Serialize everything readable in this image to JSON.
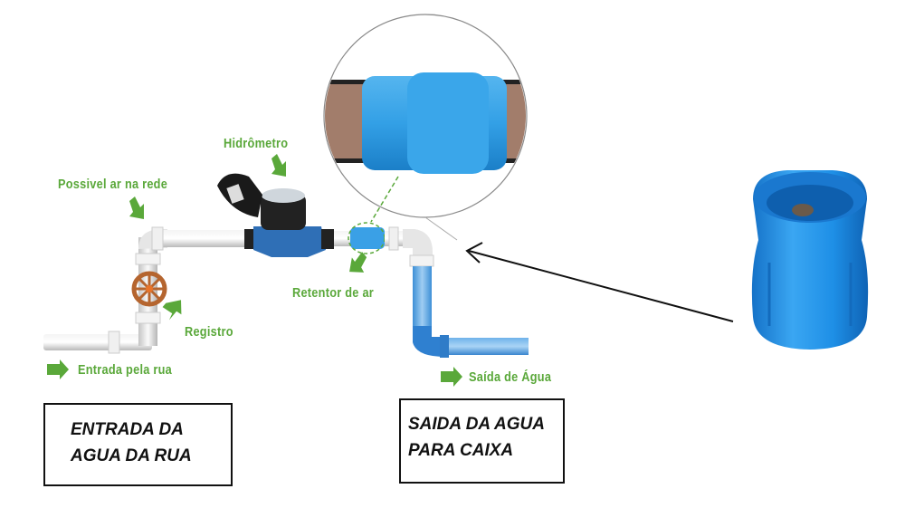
{
  "labels": {
    "hidrometro": "Hidrômetro",
    "possivel_ar": "Possivel ar na rede",
    "retentor": "Retentor de ar",
    "registro": "Registro",
    "entrada": "Entrada pela rua",
    "saida": "Saída de Água"
  },
  "boxes": {
    "entrada_line1": "ENTRADA DA",
    "entrada_line2": "AGUA DA RUA",
    "saida_line1": "SAIDA DA AGUA",
    "saida_line2": "PARA CAIXA"
  },
  "colors": {
    "label_green": "#5aa83a",
    "pipe_blue": "#3a9ee0",
    "product_blue": "#1e8fe6"
  }
}
